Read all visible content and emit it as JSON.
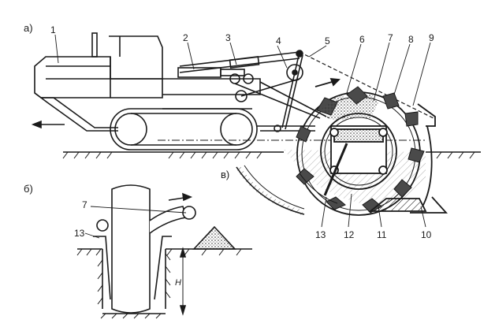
{
  "panels": {
    "a": "а)",
    "b": "б)",
    "v": "в)"
  },
  "callouts": [
    "1",
    "2",
    "3",
    "4",
    "5",
    "6",
    "7",
    "8",
    "9",
    "13",
    "12",
    "11",
    "10"
  ],
  "detail_b": {
    "callouts": [
      "7",
      "13"
    ],
    "dimension": "Н"
  },
  "colors": {
    "ink": "#1a1a1a",
    "shade": "#5a5a5a",
    "paper": "#ffffff"
  }
}
